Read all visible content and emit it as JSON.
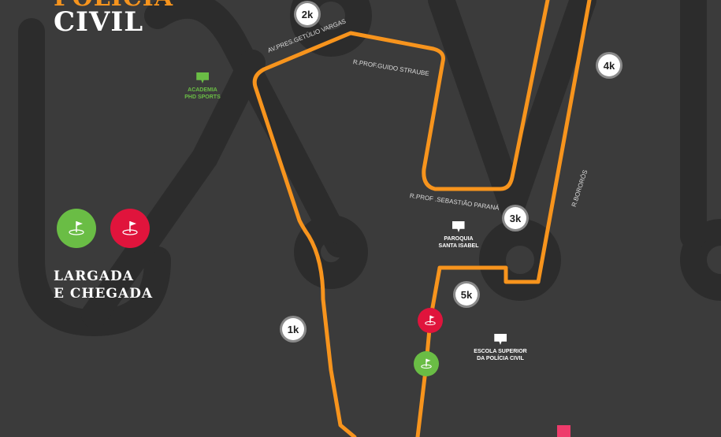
{
  "header": {
    "title_line1": "POLÍCIA",
    "title_line2": "CIVIL"
  },
  "legend": {
    "label_line1": "LARGADA",
    "label_line2": "E CHEGADA",
    "start_color": "#6abd45",
    "finish_color": "#e0143c"
  },
  "route_color": "#f7941d",
  "km_markers": [
    {
      "label": "1k"
    },
    {
      "label": "2k"
    },
    {
      "label": "3k"
    },
    {
      "label": "4k"
    },
    {
      "label": "5k"
    }
  ],
  "streets": [
    {
      "label": "AV.PRES.GETÚLIO VARGAS"
    },
    {
      "label": "R.PROF.GUIDO STRAUBE"
    },
    {
      "label": "R.PROF .SEBASTIÃO PARANÁ"
    },
    {
      "label": "R.BORORÓS"
    }
  ],
  "pois": [
    {
      "line1": "ACADEMIA",
      "line2": "PHD SPORTS",
      "color": "#6abd45"
    },
    {
      "line1": "PAROQUIA",
      "line2": "SANTA ISABEL",
      "color": "#ffffff"
    },
    {
      "line1": "ESCOLA SUPERIOR",
      "line2": "DA POLÍCIA CIVIL",
      "color": "#ffffff"
    }
  ]
}
